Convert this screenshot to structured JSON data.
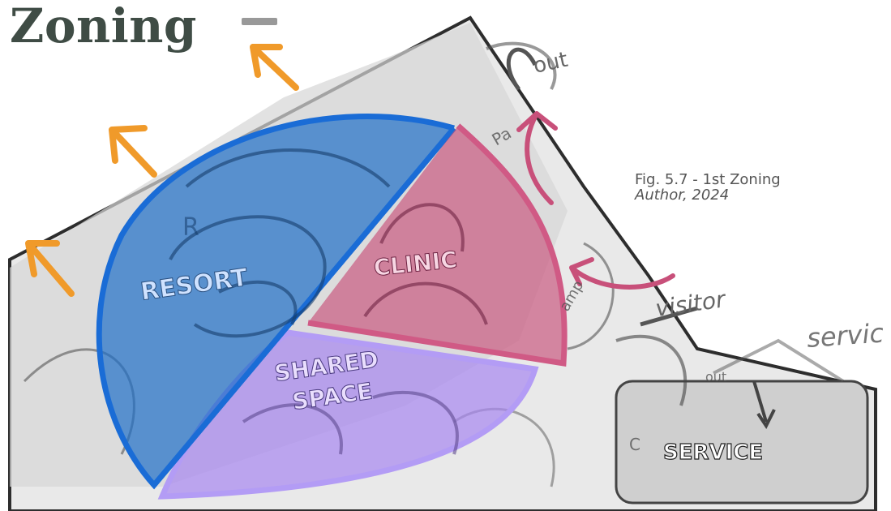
{
  "title": "Zoning",
  "caption": {
    "figure": "Fig. 5.7 - 1st Zoning",
    "author": "Author, 2024"
  },
  "zones": {
    "resort": "RESORT",
    "clinic": "CLINIC",
    "shared_line1": "SHARED",
    "shared_line2": "SPACE",
    "service": "SERVICE"
  },
  "annotations": {
    "out": "out",
    "visitor": "visitor",
    "service": "servic",
    "r": "R",
    "pa": "Pa",
    "ramp": "amp",
    "c": "C",
    "out2": "out"
  },
  "colors": {
    "resort": "#1f6fc8",
    "clinic": "#c8507a",
    "shared": "#a786f0",
    "orange": "#f09a2a",
    "sketch": "#333333"
  }
}
